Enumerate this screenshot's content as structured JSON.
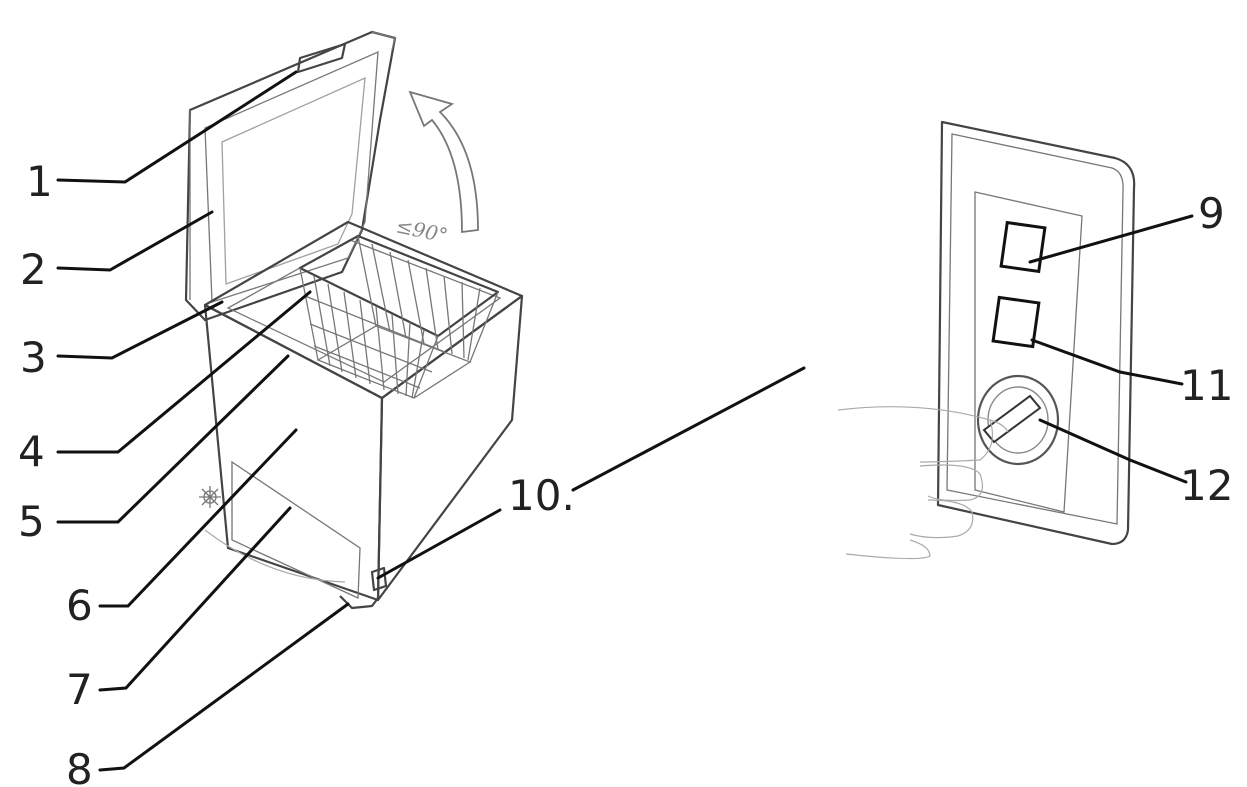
{
  "angle_label": "≤90°",
  "callouts": [
    {
      "id": "1",
      "label": "1"
    },
    {
      "id": "2",
      "label": "2"
    },
    {
      "id": "3",
      "label": "3"
    },
    {
      "id": "4",
      "label": "4"
    },
    {
      "id": "5",
      "label": "5"
    },
    {
      "id": "6",
      "label": "6"
    },
    {
      "id": "7",
      "label": "7"
    },
    {
      "id": "8",
      "label": "8"
    },
    {
      "id": "9",
      "label": "9"
    },
    {
      "id": "10",
      "label": "10."
    },
    {
      "id": "11",
      "label": "11"
    },
    {
      "id": "12",
      "label": "12"
    }
  ]
}
